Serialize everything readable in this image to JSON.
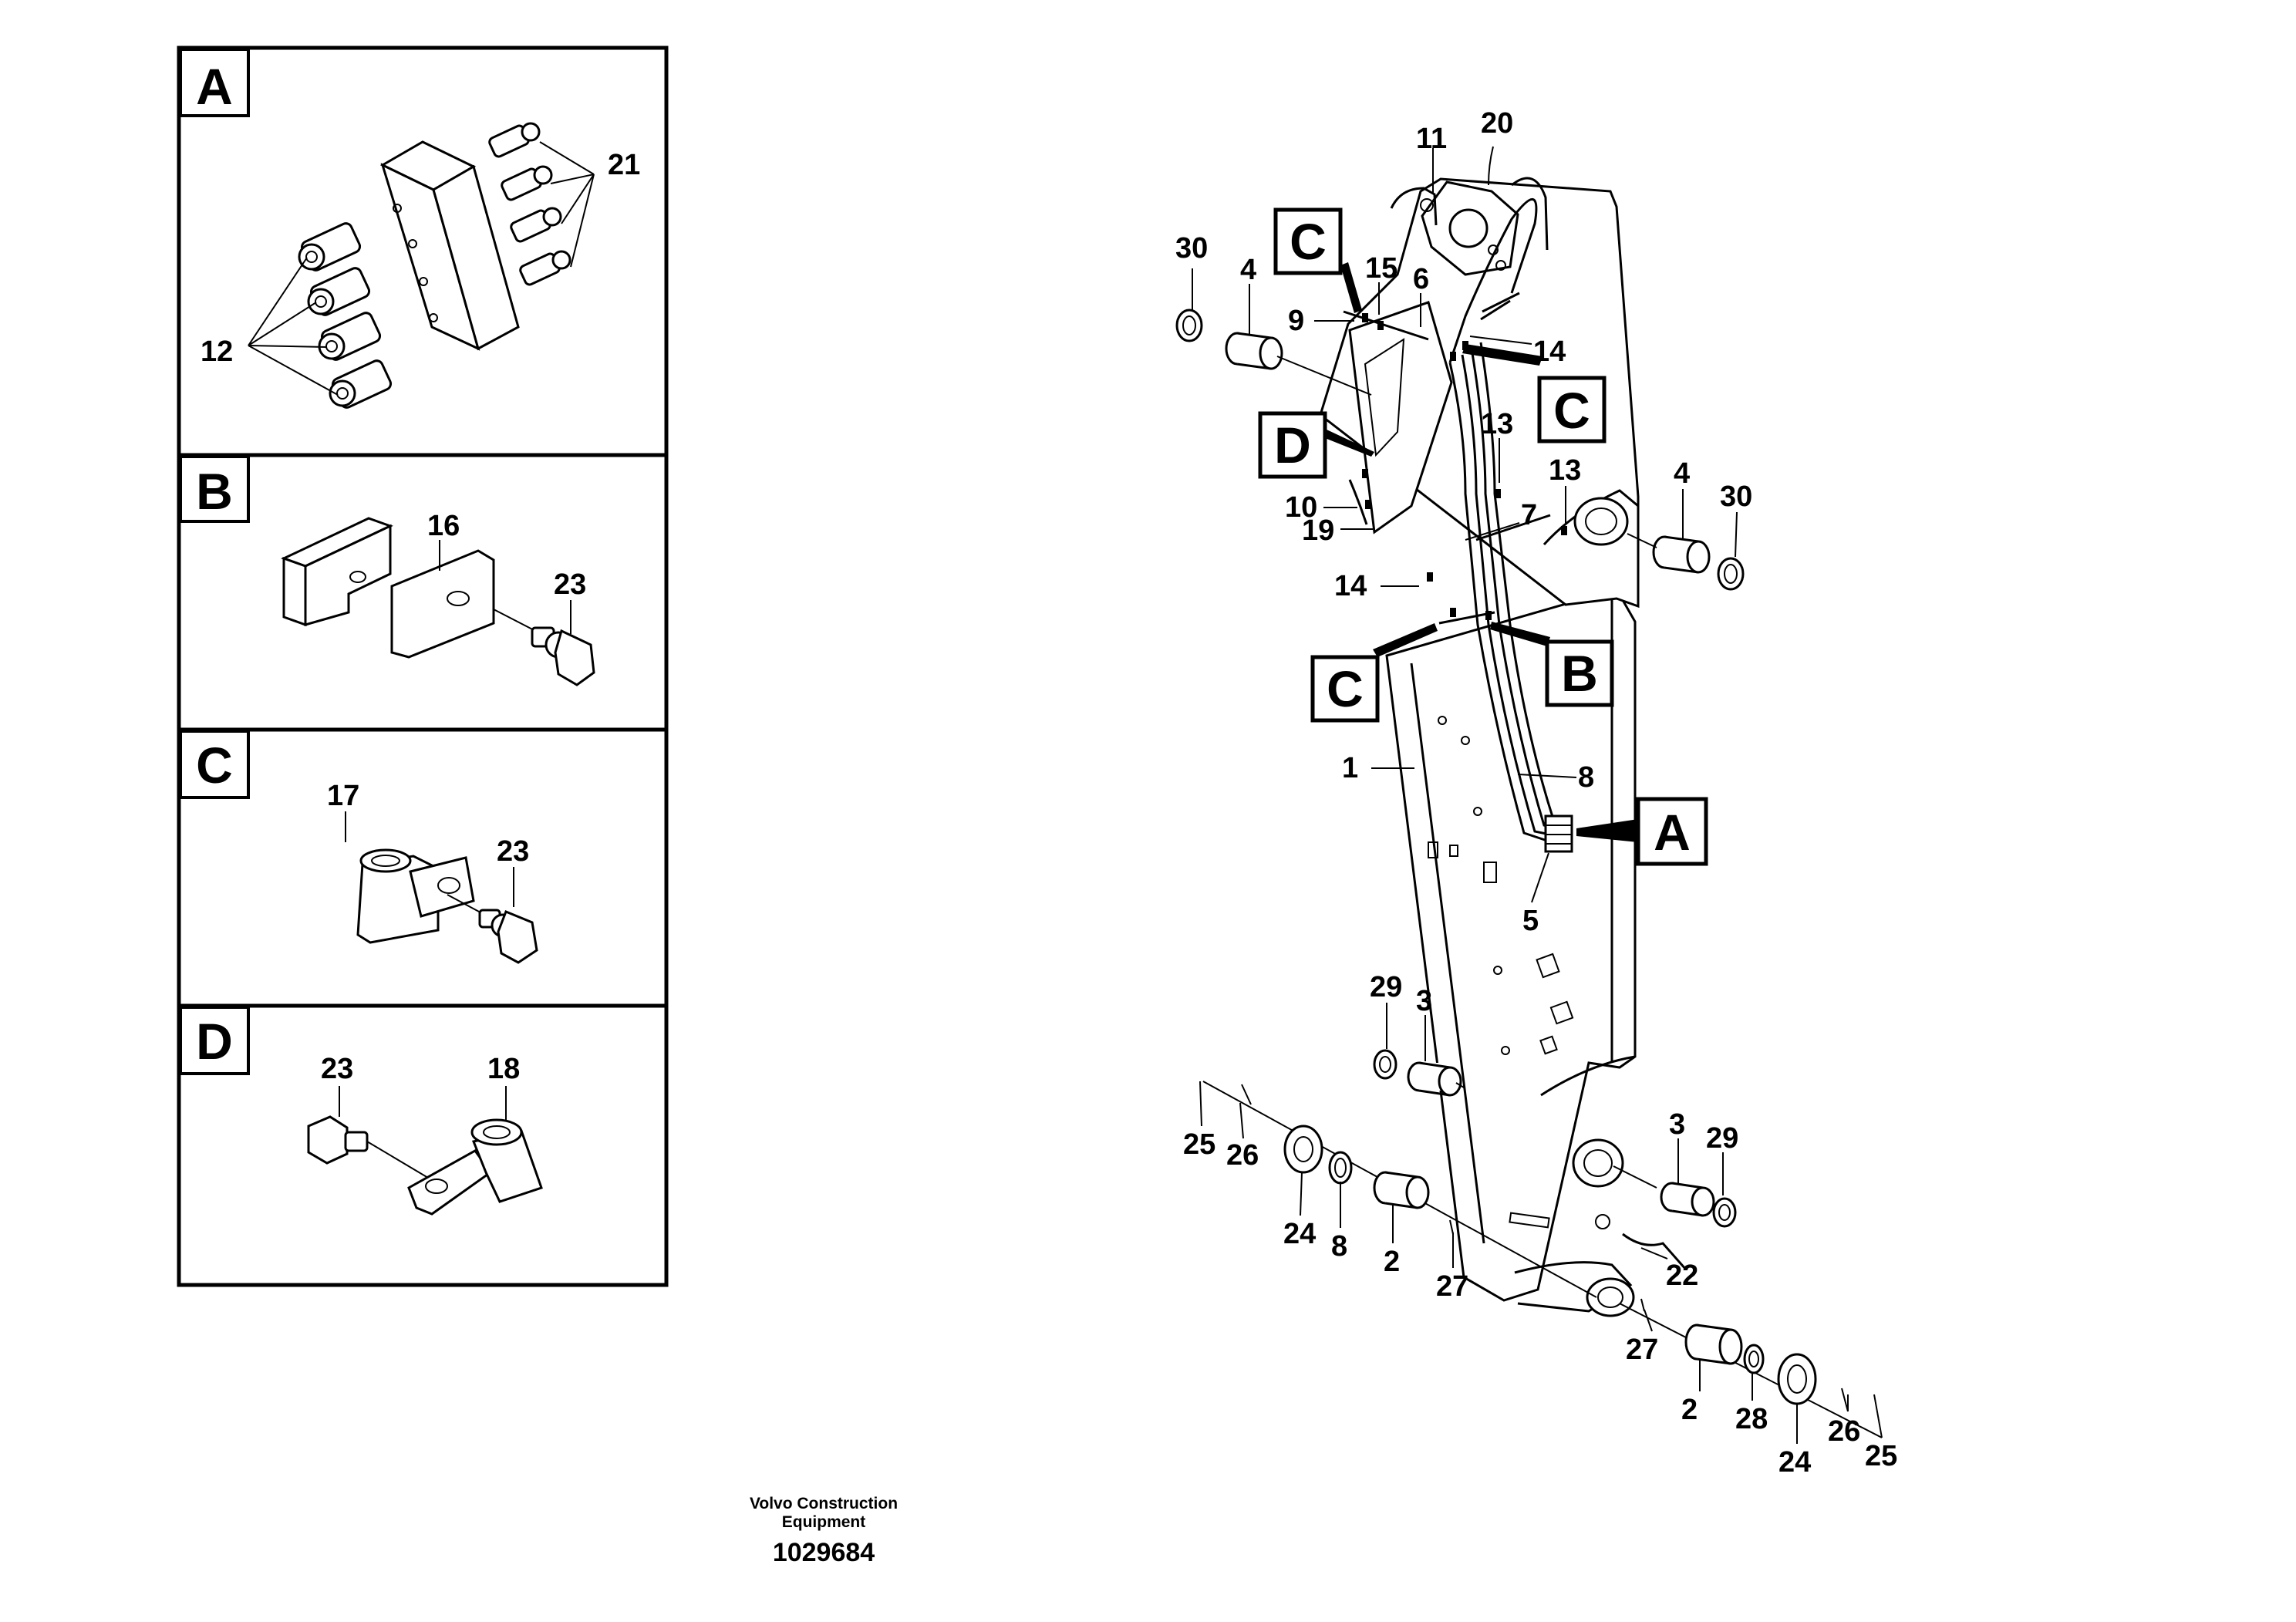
{
  "detail_panels": [
    {
      "letter": "A",
      "labels": [
        "21",
        "12"
      ]
    },
    {
      "letter": "B",
      "labels": [
        "16",
        "23"
      ]
    },
    {
      "letter": "C",
      "labels": [
        "17",
        "23"
      ]
    },
    {
      "letter": "D",
      "labels": [
        "23",
        "18"
      ]
    }
  ],
  "callout_boxes": [
    "C",
    "C",
    "D",
    "C",
    "B",
    "A"
  ],
  "part_numbers": [
    "11",
    "20",
    "30",
    "4",
    "15",
    "6",
    "9",
    "14",
    "13",
    "13",
    "4",
    "30",
    "10",
    "19",
    "7",
    "14",
    "8",
    "1",
    "5",
    "29",
    "3",
    "3",
    "29",
    "25",
    "26",
    "24",
    "8",
    "2",
    "27",
    "22",
    "27",
    "2",
    "28",
    "24",
    "26",
    "25"
  ],
  "footer": {
    "line1": "Volvo Construction",
    "line2": "Equipment",
    "id": "1029684"
  }
}
